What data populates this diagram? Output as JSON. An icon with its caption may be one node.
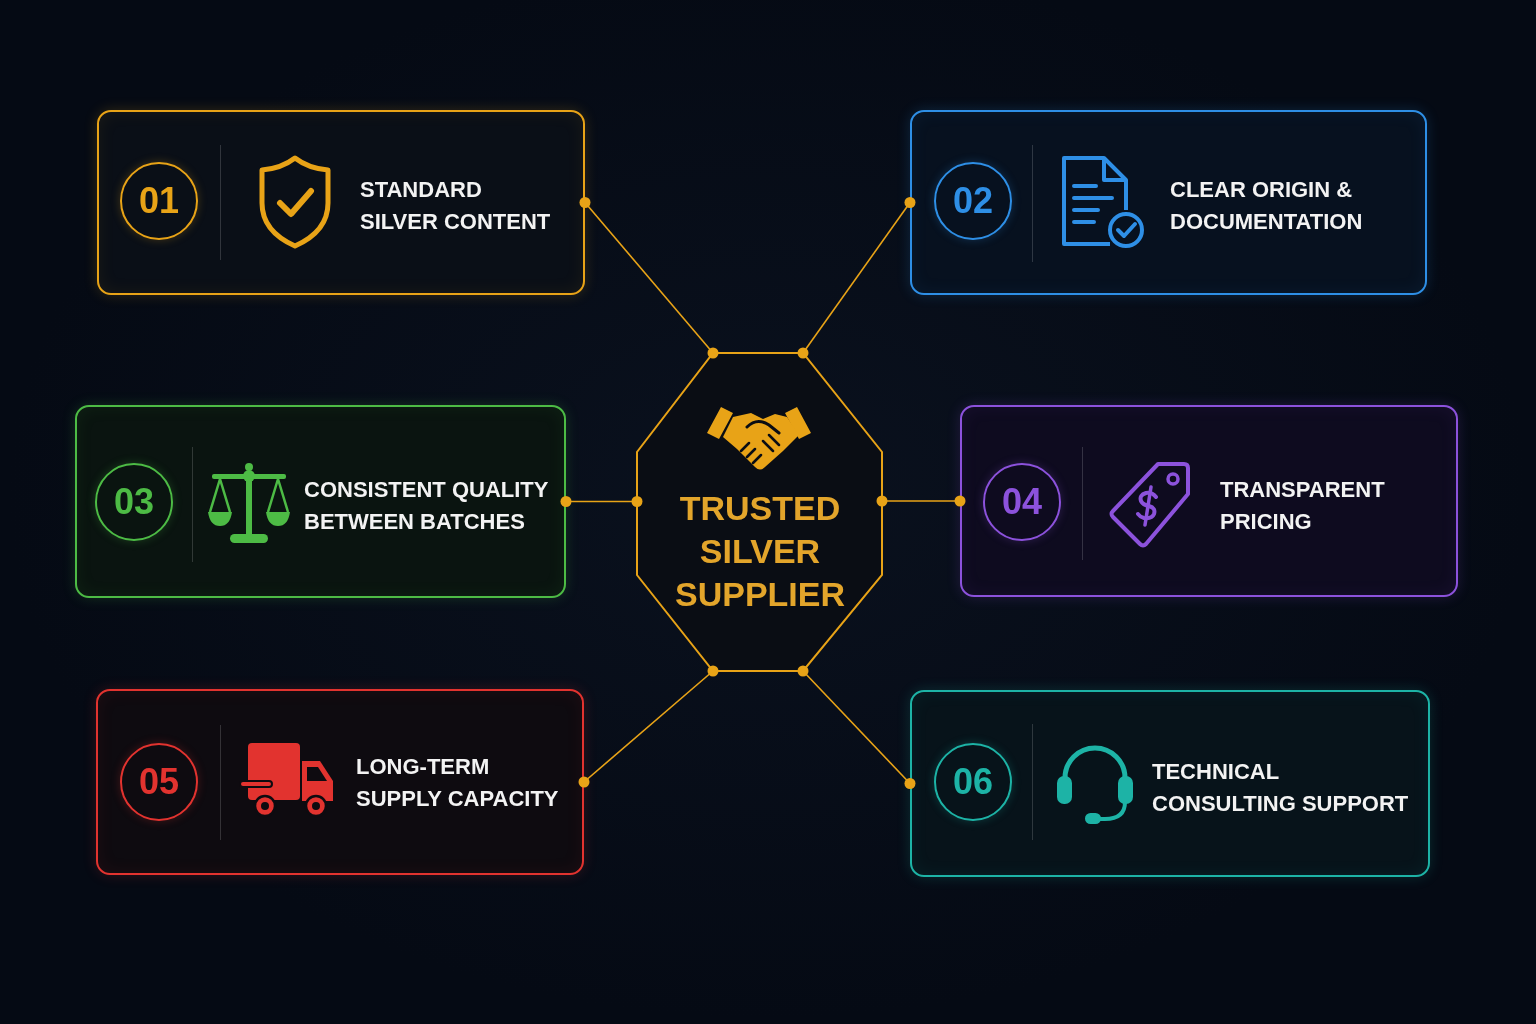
{
  "diagram": {
    "nodes": [
      {
        "text": [
          "STANDARD SILVER CONTENT"
        ]
      },
      {
        "text": [
          "01"
        ],
        "in": 0
      },
      {
        "text": [
          "CLEAR ORIGIN & DOCUMENTATION"
        ]
      },
      {
        "text": [
          "02"
        ],
        "in": 2
      },
      {
        "text": [
          "TRUSTED SILVER SUPPLIER"
        ]
      },
      {
        "text": [
          "CONSISTENT QUALITY BETWEEN BATCHES"
        ]
      },
      {
        "text": [
          "03"
        ],
        "in": 5
      },
      {
        "text": [
          "TRANSPARENT PRICING"
        ]
      },
      {
        "text": [
          "04"
        ],
        "in": 7
      },
      {
        "text": [
          "LONG-TERM SUPPLY CAPACITY"
        ]
      },
      {
        "text": [
          "05"
        ],
        "in": 9
      },
      {
        "text": [
          "TECHNICAL CONSULTING SUPPORT"
        ]
      },
      {
        "text": [
          "06"
        ],
        "in": 11
      }
    ],
    "edges": [
      {
        "from": 0,
        "to": 4,
        "arrow": "other"
      },
      {
        "from": 2,
        "to": 4,
        "arrow": "other"
      },
      {
        "from": 5,
        "to": 4,
        "arrow": "other"
      },
      {
        "from": 7,
        "to": 4,
        "arrow": "other"
      },
      {
        "from": 9,
        "to": 4,
        "arrow": "other"
      },
      {
        "from": 11,
        "to": 4,
        "arrow": "other"
      }
    ]
  }
}
